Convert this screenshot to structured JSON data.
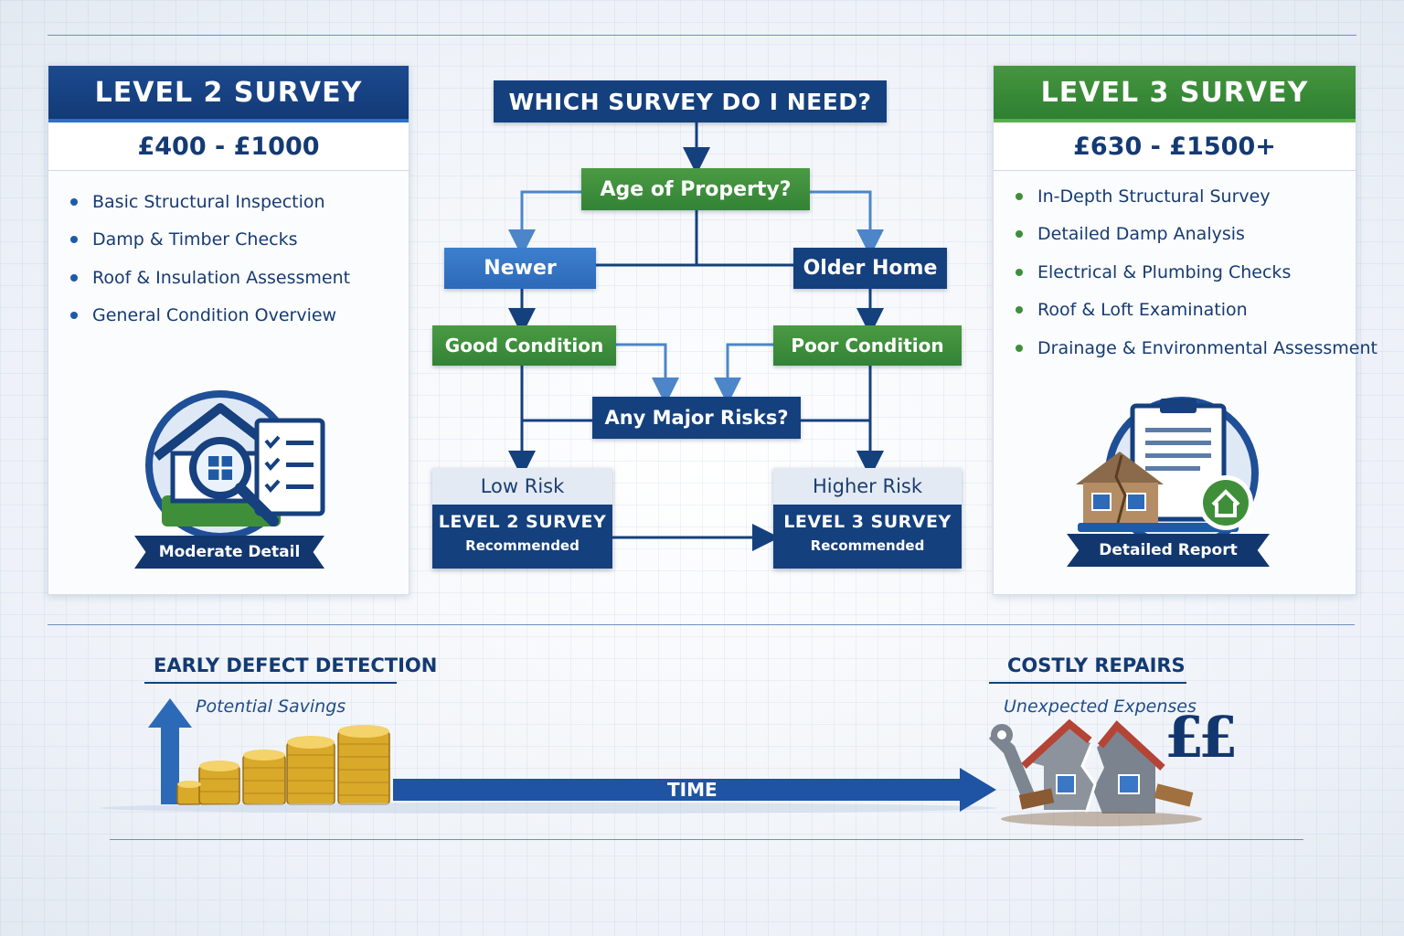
{
  "level2": {
    "title": "LEVEL 2 SURVEY",
    "price": "£400 - £1000",
    "features": [
      "Basic Structural Inspection",
      "Damp & Timber Checks",
      "Roof & Insulation Assessment",
      "General Condition Overview"
    ],
    "badge": "Moderate Detail"
  },
  "level3": {
    "title": "LEVEL 3 SURVEY",
    "price": "£630 - £1500+",
    "features": [
      "In-Depth Structural Survey",
      "Detailed Damp Analysis",
      "Electrical & Plumbing Checks",
      "Roof & Loft Examination",
      "Drainage & Environmental Assessment"
    ],
    "badge": "Detailed Report"
  },
  "flow": {
    "question": "WHICH SURVEY DO I NEED?",
    "age": "Age of Property?",
    "newer": "Newer",
    "older": "Older Home",
    "good": "Good Condition",
    "poor": "Poor Condition",
    "risks": "Any Major Risks?",
    "low_risk": "Low Risk",
    "higher_risk": "Higher Risk",
    "rec_left_title": "LEVEL 2 SURVEY",
    "rec_right_title": "LEVEL 3 SURVEY",
    "recommended": "Recommended"
  },
  "timeline": {
    "left_heading": "EARLY DEFECT DETECTION",
    "left_sub": "Potential Savings",
    "right_heading": "COSTLY REPAIRS",
    "right_sub": "Unexpected Expenses",
    "arrow_label": "TIME",
    "currency_symbols": "££"
  },
  "colors": {
    "navy": "#15407e",
    "green": "#3f8f3a",
    "blue": "#2c6ab8"
  }
}
